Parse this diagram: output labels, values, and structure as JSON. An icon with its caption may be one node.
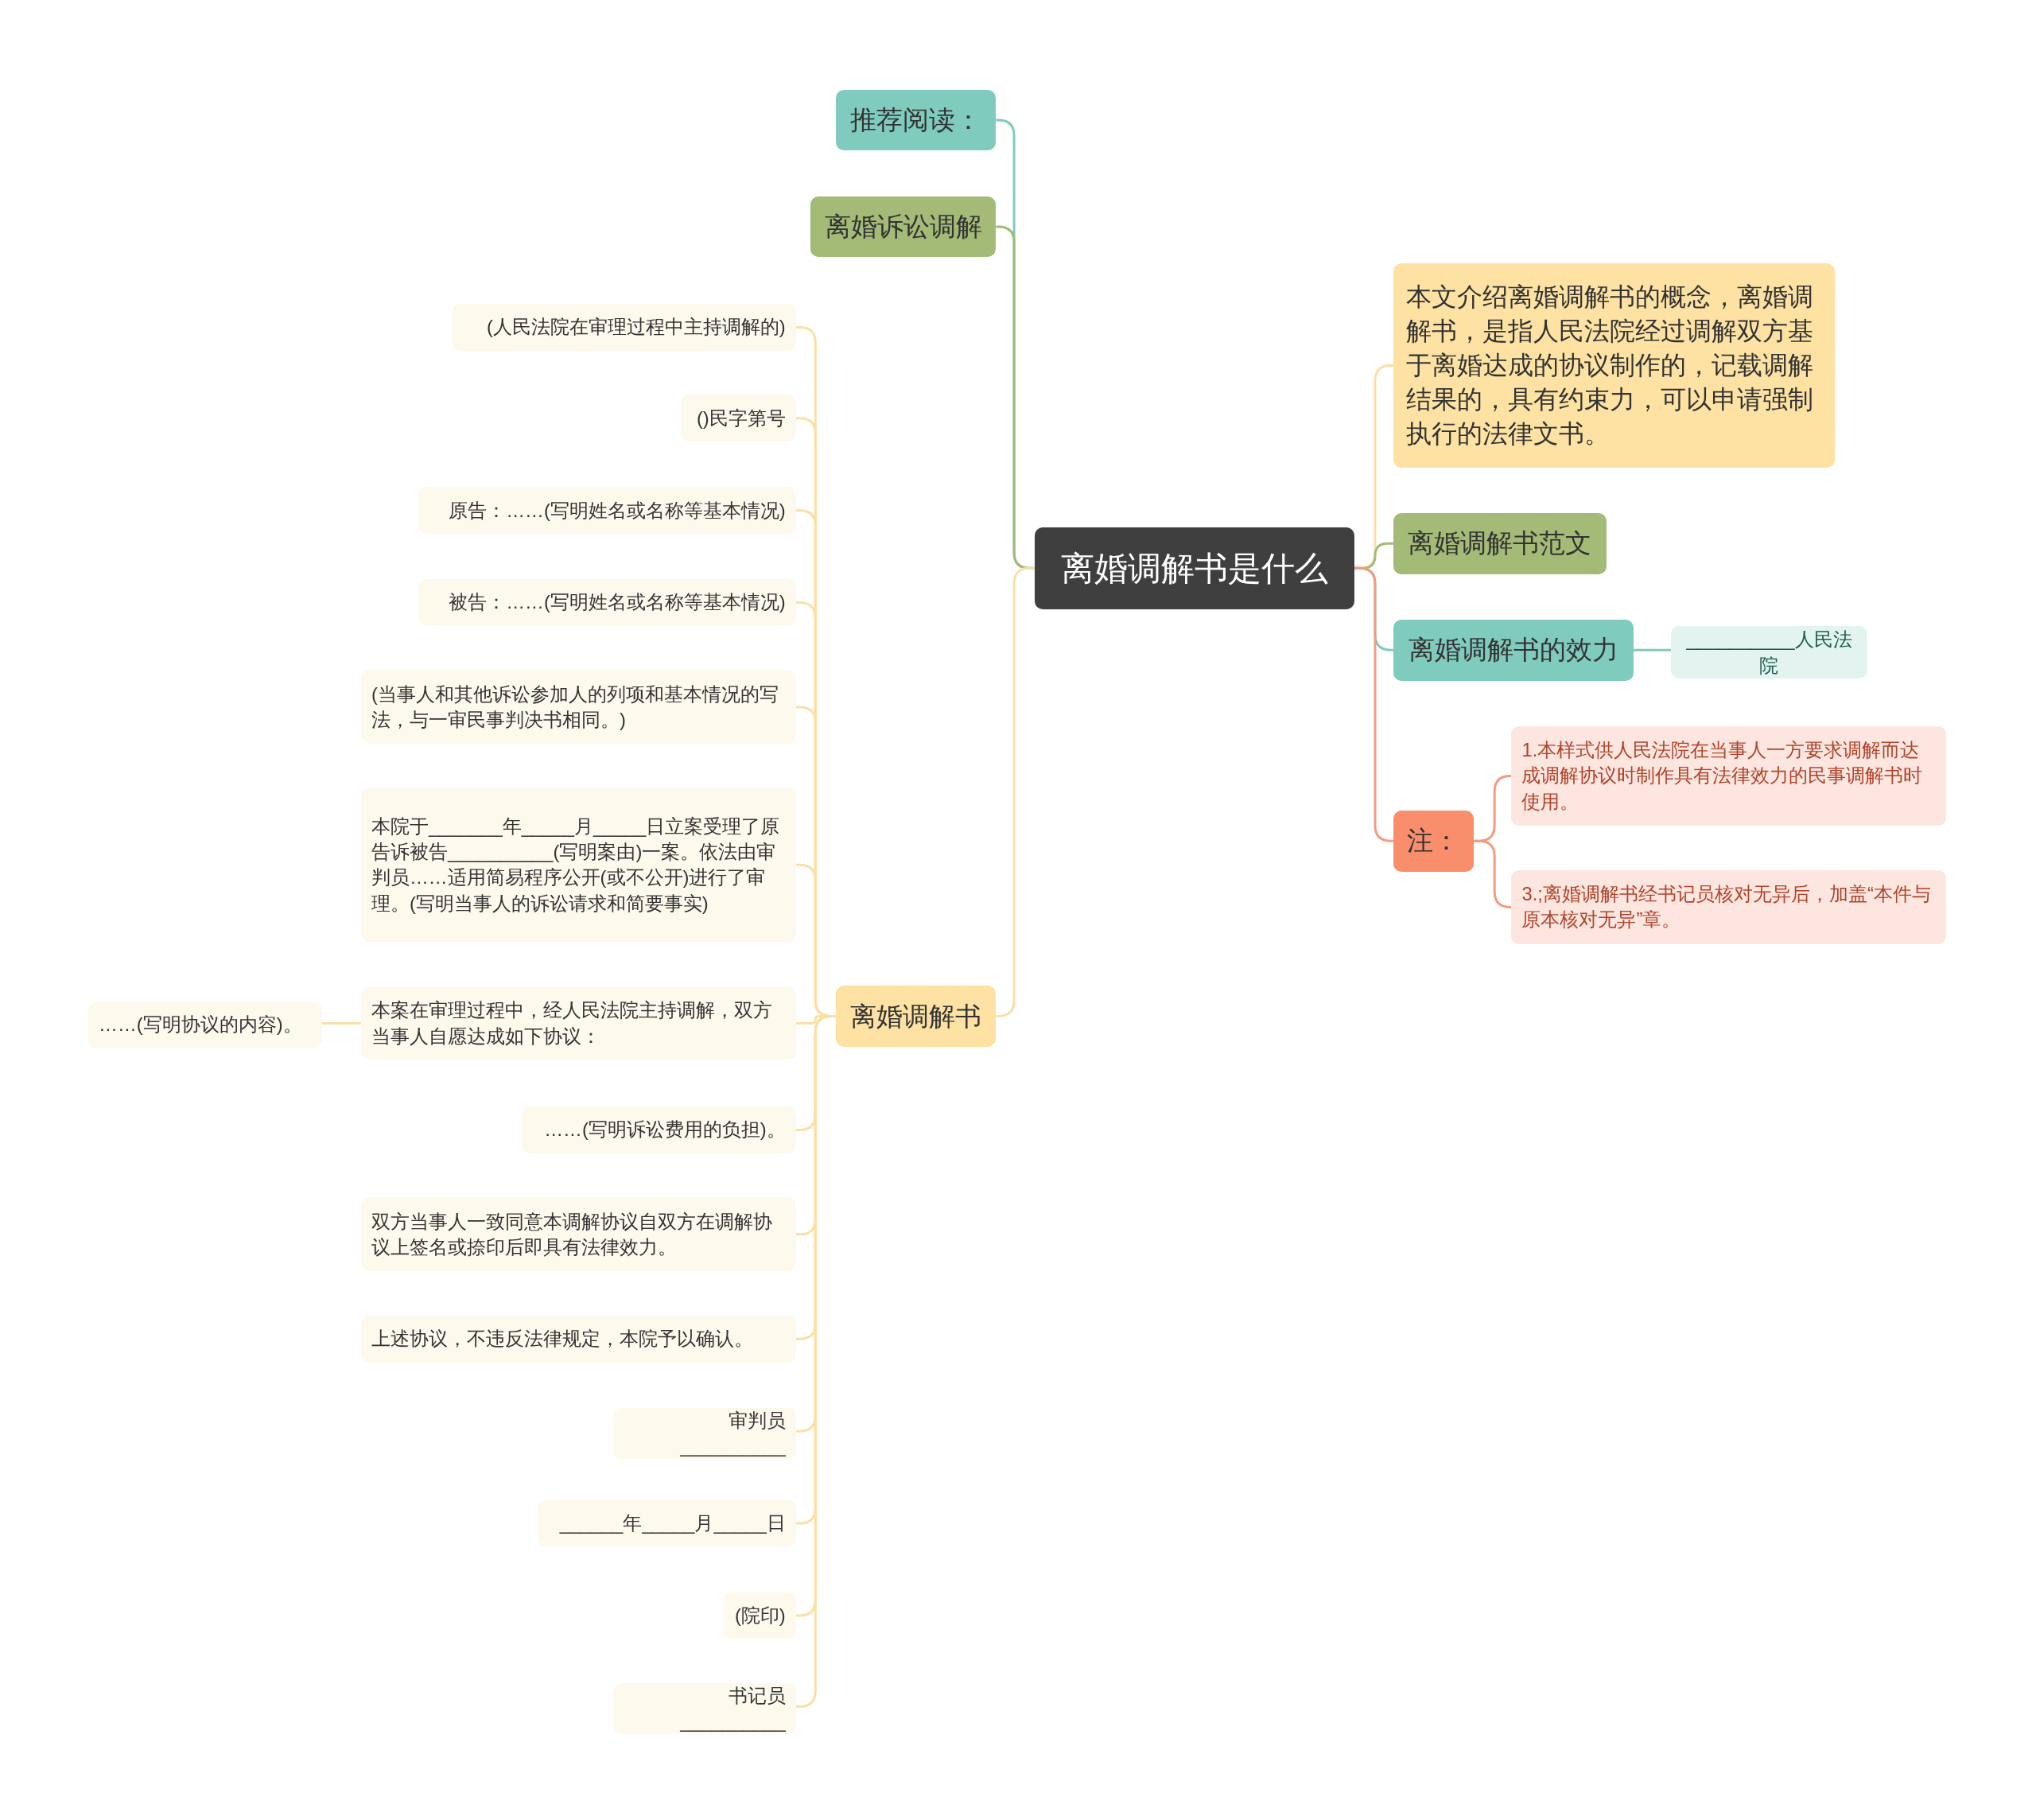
{
  "diagram": {
    "nodes": [
      {
        "text": [
          "离婚调解书是什么"
        ]
      },
      {
        "text": [
          "推荐阅读："
        ]
      },
      {
        "text": [
          "离婚诉讼调解"
        ]
      },
      {
        "text": [
          "离婚调解书"
        ]
      },
      {
        "text": [
          "(人民法院在审理过程中主持调解的)"
        ]
      },
      {
        "text": [
          "()民字第号"
        ]
      },
      {
        "text": [
          "原告：……(写明姓名或名称等基本情况)"
        ]
      },
      {
        "text": [
          "被告：……(写明姓名或名称等基本情况)"
        ]
      },
      {
        "text": [
          "(当事人和其他诉讼参加人的列项和基本情况的写法，与一审民事判决书相同。)"
        ]
      },
      {
        "text": [
          "本院于_______年_____月_____日立案受理了原告诉被告__________(写明案由)一案。依法由审判员……适用简易程序公开(或不公开)进行了审理。(写明当事人的诉讼请求和简要事实)"
        ]
      },
      {
        "text": [
          "本案在审理过程中，经人民法院主持调解，双方当事人自愿达成如下协议："
        ]
      },
      {
        "text": [
          "……(写明协议的内容)。"
        ]
      },
      {
        "text": [
          "……(写明诉讼费用的负担)。"
        ]
      },
      {
        "text": [
          "双方当事人一致同意本调解协议自双方在调解协议上签名或捺印后即具有法律效力。"
        ]
      },
      {
        "text": [
          "上述协议，不违反法律规定，本院予以确认。"
        ]
      },
      {
        "text": [
          "审判员__________"
        ]
      },
      {
        "text": [
          "______年_____月_____日"
        ]
      },
      {
        "text": [
          "(院印)"
        ]
      },
      {
        "text": [
          "书记员__________"
        ]
      },
      {
        "text": [
          "本文介绍离婚调解书的概念，离婚调解书，是指人民法院经过调解双方基于离婚达成的协议制作的，记载调解结果的，具有约束力，可以申请强制执行的法律文书。"
        ]
      },
      {
        "text": [
          "离婚调解书范文"
        ]
      },
      {
        "text": [
          "离婚调解书的效力"
        ]
      },
      {
        "text": [
          "__________人民法院"
        ]
      },
      {
        "text": [
          "注："
        ]
      },
      {
        "text": [
          "1.本样式供人民法院在当事人一方要求调解而达成调解协议时制作具有法律效力的民事调解书时使用。"
        ]
      },
      {
        "text": [
          "3.;离婚调解书经书记员核对无异后，加盖“本件与原本核对无异”章。"
        ]
      }
    ],
    "edges": [
      {
        "from": 0,
        "to": 1,
        "arrow": "none",
        "color": "#7fcbbd"
      },
      {
        "from": 0,
        "to": 2,
        "arrow": "none",
        "color": "#a3bb76"
      },
      {
        "from": 0,
        "to": 3,
        "arrow": "none",
        "color": "#fbe0a6"
      },
      {
        "from": 3,
        "to": 4,
        "arrow": "none",
        "color": "#fbe0a6"
      },
      {
        "from": 3,
        "to": 5,
        "arrow": "none",
        "color": "#fbe0a6"
      },
      {
        "from": 3,
        "to": 6,
        "arrow": "none",
        "color": "#fbe0a6"
      },
      {
        "from": 3,
        "to": 7,
        "arrow": "none",
        "color": "#fbe0a6"
      },
      {
        "from": 3,
        "to": 8,
        "arrow": "none",
        "color": "#fbe0a6"
      },
      {
        "from": 3,
        "to": 9,
        "arrow": "none",
        "color": "#fbe0a6"
      },
      {
        "from": 3,
        "to": 10,
        "arrow": "none",
        "color": "#fbe0a6"
      },
      {
        "from": 10,
        "to": 11,
        "arrow": "none",
        "color": "#fbe0a6"
      },
      {
        "from": 3,
        "to": 12,
        "arrow": "none",
        "color": "#fbe0a6"
      },
      {
        "from": 3,
        "to": 13,
        "arrow": "none",
        "color": "#fbe0a6"
      },
      {
        "from": 3,
        "to": 14,
        "arrow": "none",
        "color": "#fbe0a6"
      },
      {
        "from": 3,
        "to": 15,
        "arrow": "none",
        "color": "#fbe0a6"
      },
      {
        "from": 3,
        "to": 16,
        "arrow": "none",
        "color": "#fbe0a6"
      },
      {
        "from": 3,
        "to": 17,
        "arrow": "none",
        "color": "#fbe0a6"
      },
      {
        "from": 3,
        "to": 18,
        "arrow": "none",
        "color": "#fbe0a6"
      },
      {
        "from": 0,
        "to": 19,
        "arrow": "none",
        "color": "#fbe0a6"
      },
      {
        "from": 0,
        "to": 20,
        "arrow": "none",
        "color": "#a3bb76"
      },
      {
        "from": 0,
        "to": 21,
        "arrow": "none",
        "color": "#7fcbbd"
      },
      {
        "from": 21,
        "to": 22,
        "arrow": "none",
        "color": "#7fcbbd"
      },
      {
        "from": 0,
        "to": 23,
        "arrow": "none",
        "color": "#f49c80"
      },
      {
        "from": 23,
        "to": 24,
        "arrow": "none",
        "color": "#f49c80"
      },
      {
        "from": 23,
        "to": 25,
        "arrow": "none",
        "color": "#f49c80"
      }
    ]
  }
}
